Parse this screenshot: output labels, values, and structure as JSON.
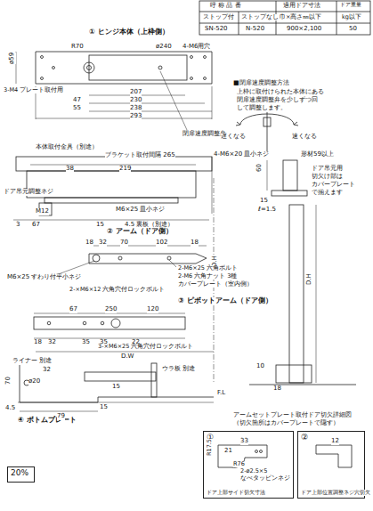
{
  "diagram": {
    "nodes": [
      {
        "text": [
          "①"
        ]
      },
      {
        "text": [
          "②"
        ]
      },
      {
        "text": [
          "20%"
        ]
      }
    ],
    "labels": [
      "呼 称 品 番",
      "適用ドア寸法",
      "ドア重量",
      "ストップ付",
      "ストップなし",
      "巾×高さ㎜以下",
      "kg以下",
      "SN-520",
      "N-520",
      "900×2,100",
      "50",
      "① ヒンジ本体（上枠側）",
      "R70",
      "ø240",
      "4-M6用穴",
      "ø59",
      "3-M4 プレート取付用",
      "207",
      "47",
      "230",
      "55",
      "238",
      "293",
      "閉扉速度調整弁",
      "■閉扉速度調整方法",
      "上枠に取付けられた本体にある",
      "閉扉速度調整弁を少しずつ回",
      "して調整します。",
      "遅くなる",
      "速くなる",
      "本体取付金具（別途）",
      "ブラケット取付間隔 265",
      "4-M6×20 皿小ネジ",
      "38",
      "219",
      "ドア吊元調整ネジ",
      "M12",
      "M6×25 皿小ネジ",
      "3",
      "67",
      "15",
      "4.5 裏板（別途）",
      "D.H",
      "形材59以上",
      "ドア吊元用",
      "切欠け部は",
      "カバープレート",
      "で揃えます",
      "60",
      "15",
      "ℓ=1.5",
      "D.H",
      "10",
      "18",
      "② アーム（ドア側）",
      "18",
      "32",
      "70",
      "102",
      "18",
      "M6×25 すわり付平小ネジ",
      "2-M6×25 六角ボルト",
      "2-M6 六角ナット 3種",
      "カバープレート（室内側）",
      "2-×M6×12 六角穴付ロックボルト",
      "③ ピボットアーム（ドア側）",
      "250",
      "67",
      "120",
      "18",
      "32",
      "35",
      "35",
      "22",
      "3-×M6×25 六角穴付ロックボルト",
      "D.W",
      "ウラ板 別途",
      "15",
      "ライナー 別途",
      "32",
      "④ ボトムプレート",
      "70",
      "ø20",
      "4.5",
      "79",
      "15",
      "F.L",
      "アームセットプレート取付ドア切欠詳細図",
      "（切欠箇所はカバープレートで隠す）",
      "33",
      "21",
      "R17.5",
      "R76",
      "2-ø2.5×5",
      "なべタッピンネジ",
      "12",
      "ドア上部サイド切欠寸法",
      "ドア上部位置調整ネジ穴切欠"
    ]
  }
}
